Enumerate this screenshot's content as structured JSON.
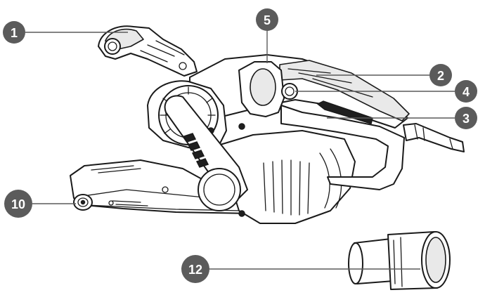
{
  "callouts": [
    {
      "id": "c1",
      "number": "1"
    },
    {
      "id": "c2",
      "number": "2"
    },
    {
      "id": "c3",
      "number": "3"
    },
    {
      "id": "c4",
      "number": "4"
    },
    {
      "id": "c5",
      "number": "5"
    },
    {
      "id": "c10",
      "number": "10"
    },
    {
      "id": "c12",
      "number": "12"
    }
  ],
  "colors": {
    "badge": "#5b5b5b",
    "badge_text": "#ffffff",
    "line_art": "#1a1a1a",
    "background": "#ffffff"
  }
}
